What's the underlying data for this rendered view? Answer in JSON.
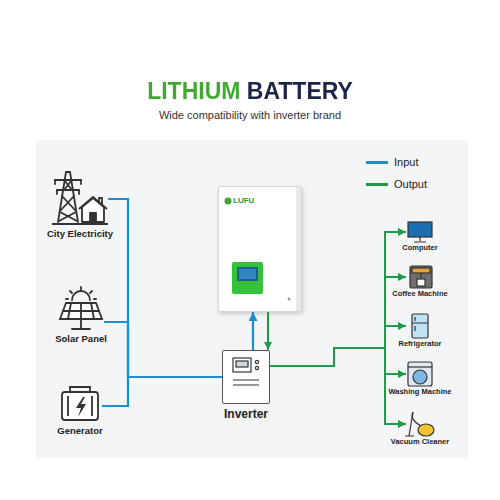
{
  "diagram": {
    "title": "LITHIUM BATTERY",
    "nodes": [
      {
        "text": [
          "City Electricity"
        ]
      },
      {
        "text": [
          "Solar Panel"
        ]
      },
      {
        "text": [
          "Generator"
        ]
      },
      {
        "text": [
          "LUFU"
        ]
      },
      {
        "text": [
          "Inverter"
        ]
      },
      {
        "text": [
          "Computer"
        ]
      },
      {
        "text": [
          "Coffee Machine"
        ]
      },
      {
        "text": [
          "Refrigerator"
        ]
      },
      {
        "text": [
          "Washing Machine"
        ]
      },
      {
        "text": [
          "Vacuum Cleaner"
        ]
      }
    ],
    "edges": [
      {
        "from": 0,
        "to": 4,
        "arrow": "none"
      },
      {
        "from": 1,
        "to": 4,
        "arrow": "none"
      },
      {
        "from": 2,
        "to": 4,
        "arrow": "none"
      },
      {
        "from": 4,
        "to": 3,
        "arrow": "to"
      },
      {
        "from": 3,
        "to": 4,
        "arrow": "to"
      },
      {
        "from": 4,
        "to": 5,
        "arrow": "to"
      },
      {
        "from": 4,
        "to": 6,
        "arrow": "to"
      },
      {
        "from": 4,
        "to": 7,
        "arrow": "to"
      },
      {
        "from": 4,
        "to": 8,
        "arrow": "to"
      },
      {
        "from": 4,
        "to": 9,
        "arrow": "to"
      }
    ],
    "labels": [
      "Wide compatibility with inverter brand"
    ],
    "legend": [
      {
        "text": "Input",
        "color": "#1f8ecf"
      },
      {
        "text": "Output",
        "color": "#1f9a46"
      }
    ]
  }
}
